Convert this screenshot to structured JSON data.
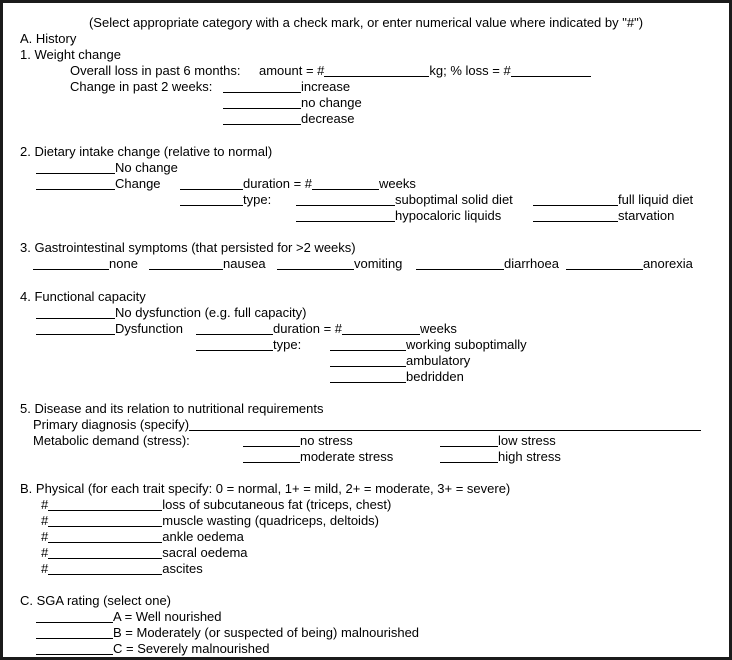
{
  "header": {
    "instruction": "(Select appropriate category with a check mark, or enter numerical value where indicated by \"#\")"
  },
  "history": {
    "title": "A. History",
    "weight_change": {
      "title": "1. Weight change",
      "overall_loss_label": "Overall loss in past 6 months:",
      "amount_label": "amount = #",
      "kg_pct_label": "kg; % loss = #",
      "change_2weeks_label": "Change in past 2 weeks:",
      "options": [
        "increase",
        "no change",
        "decrease"
      ]
    },
    "dietary_intake": {
      "title": "2. Dietary intake change (relative to normal)",
      "no_change": "No change",
      "change": "Change",
      "duration_label": "duration = #",
      "duration_unit": "weeks",
      "type_label": "type:",
      "types": [
        "suboptimal solid diet",
        "full liquid diet",
        "hypocaloric liquids",
        "starvation"
      ]
    },
    "gastrointestinal": {
      "title": "3. Gastrointestinal symptoms (that persisted for >2 weeks)",
      "options": [
        "none",
        "nausea",
        "vomiting",
        "diarrhoea",
        "anorexia"
      ]
    },
    "functional_capacity": {
      "title": "4. Functional capacity",
      "no_dysfunction": "No dysfunction (e.g. full capacity)",
      "dysfunction": "Dysfunction",
      "duration_label": "duration = #",
      "duration_unit": "weeks",
      "type_label": "type:",
      "types": [
        "working suboptimally",
        "ambulatory",
        "bedridden"
      ]
    },
    "disease": {
      "title": "5. Disease and its relation to nutritional requirements",
      "primary_diagnosis_label": "Primary diagnosis (specify)",
      "metabolic_demand_label": "Metabolic demand (stress):",
      "stress_levels": [
        "no stress",
        "low stress",
        "moderate stress",
        "high stress"
      ]
    }
  },
  "physical": {
    "title": "B. Physical (for each trait specify: 0 = normal, 1+ = mild, 2+ = moderate, 3+ = severe)",
    "hash": "#",
    "items": [
      "loss of subcutaneous fat (triceps, chest)",
      "muscle wasting (quadriceps, deltoids)",
      "ankle oedema",
      "sacral oedema",
      "ascites"
    ]
  },
  "sga_rating": {
    "title": "C. SGA rating (select one)",
    "options": [
      "A = Well nourished",
      "B = Moderately (or suspected of being) malnourished",
      "C = Severely malnourished"
    ]
  }
}
